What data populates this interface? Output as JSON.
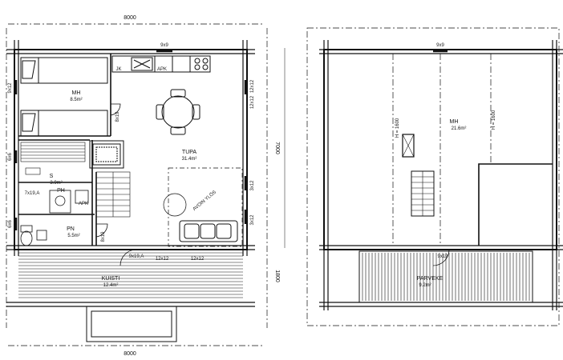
{
  "dimensions": {
    "top_width": "8000",
    "right_height": "7000",
    "right_porch": "1800",
    "bottom_width": "8000",
    "window_top": "9x9",
    "window_left_1": "9x12",
    "window_left_2": "6x6",
    "window_left_3": "6x6",
    "window_right_1": "12x12",
    "window_right_2": "12x12",
    "window_right_3": "3x12",
    "window_right_4": "3x12",
    "door_mh": "8x19",
    "door_pn": "8x19",
    "door_ph": "7x19,A",
    "door_bottom": "9x19,A",
    "window_bottom_1": "12x12",
    "window_bottom_2": "12x12"
  },
  "ground_floor": {
    "rooms": [
      {
        "name": "MH",
        "area": "8.5m²"
      },
      {
        "name": "TUPA",
        "area": "31.4m²"
      },
      {
        "name": "S",
        "area": "3.9m²"
      },
      {
        "name": "PH",
        "area": ""
      },
      {
        "name": "PN",
        "area": "5.5m²"
      },
      {
        "name": "KUISTI",
        "area": "12.4m²"
      }
    ],
    "labels": {
      "jk": "JK",
      "apk": "APK",
      "apk2": "APK",
      "stair_note": "AVOIN YLÖS"
    }
  },
  "upper_floor": {
    "rooms": [
      {
        "name": "MH",
        "area": "21.6m²"
      },
      {
        "name": "PARVEKE",
        "area": "9.2m²"
      }
    ],
    "labels": {
      "h1600_left": "H = 1600",
      "h1600_right": "H = 1600",
      "window_top": "9x9",
      "door_bottom": "9x19"
    }
  }
}
